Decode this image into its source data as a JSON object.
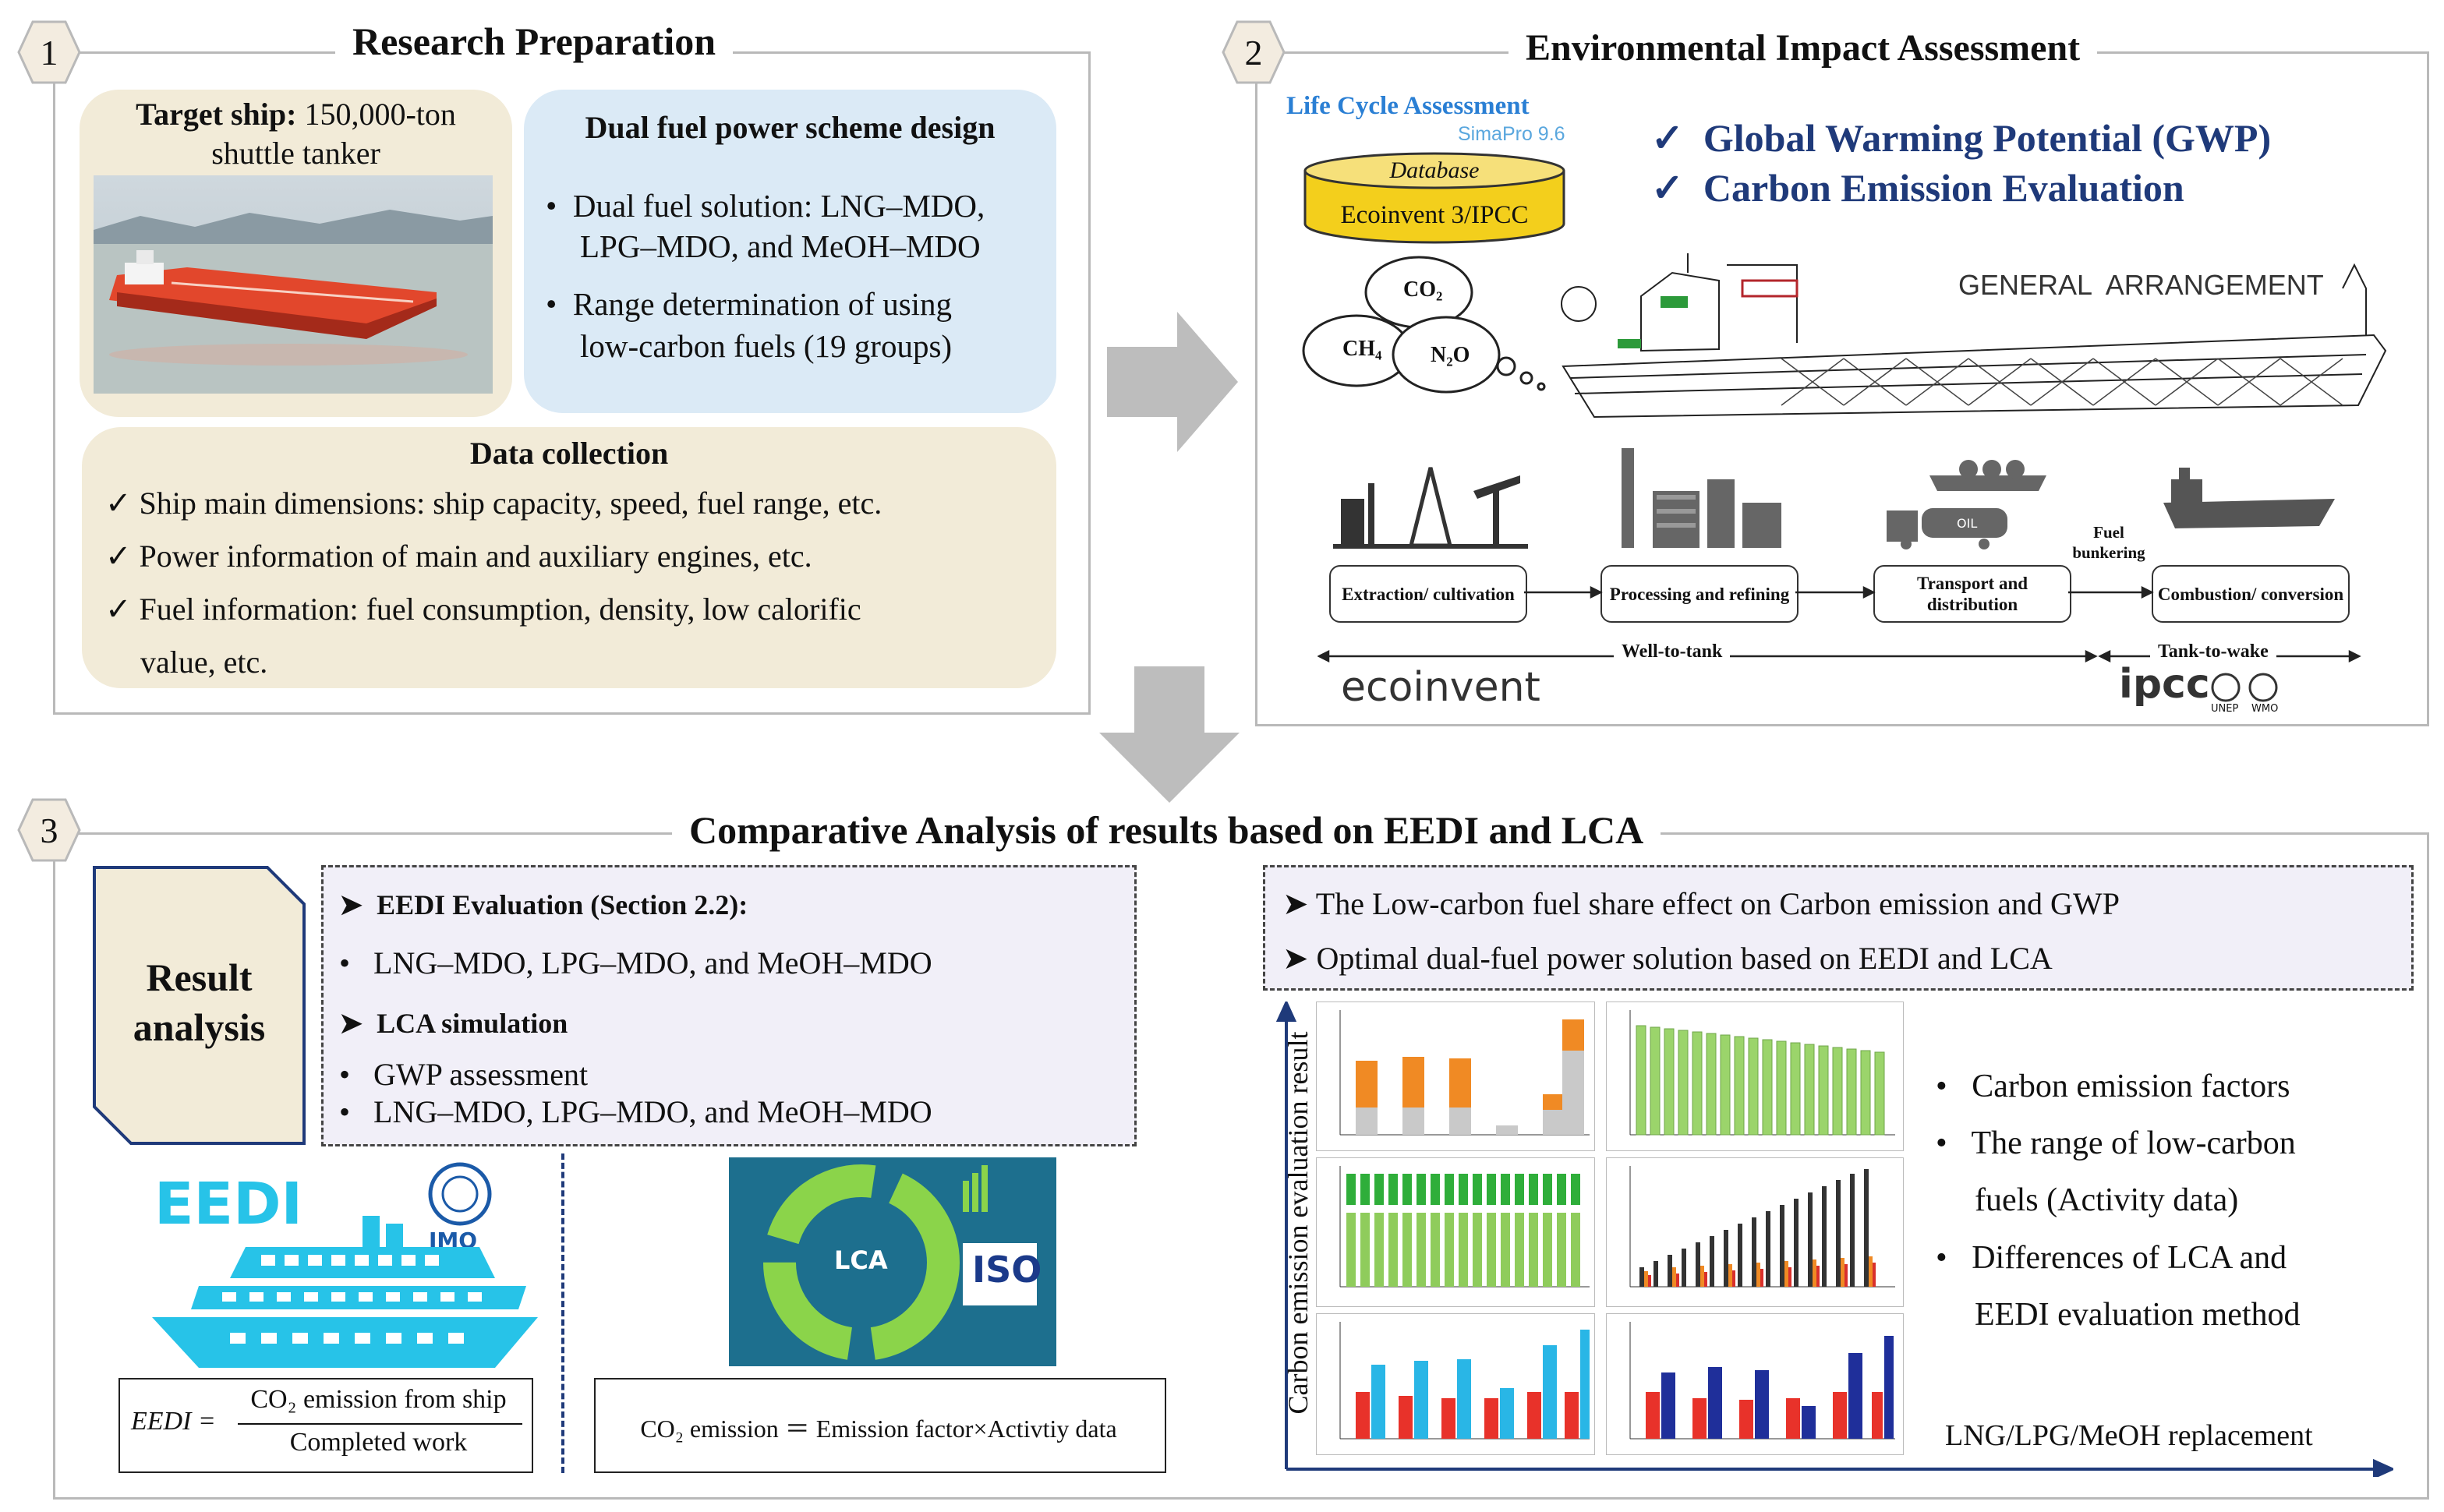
{
  "panel1": {
    "number": "1",
    "title": "Research Preparation",
    "target_ship_label": "Target ship:",
    "target_ship_value": "150,000-ton",
    "target_ship_line2": "shuttle tanker",
    "scheme": {
      "heading": "Dual fuel power scheme design",
      "bullets": [
        "Dual fuel solution: LNG–MDO,",
        "LPG–MDO, and MeOH–MDO",
        "Range determination of using",
        "low-carbon fuels (19 groups)"
      ]
    },
    "data_collection": {
      "heading": "Data collection",
      "items": [
        "✓ Ship main dimensions: ship capacity, speed, fuel range, etc.",
        "✓ Power information of main and auxiliary engines, etc.",
        "✓ Fuel information: fuel consumption, density, low calorific",
        "value, etc."
      ]
    }
  },
  "panel2": {
    "number": "2",
    "title": "Environmental Impact Assessment",
    "lca_title": "Life Cycle Assessment",
    "lca_software": "SimaPro 9.6",
    "db_label": "Database",
    "db_name": "Ecoinvent 3/IPCC",
    "checks": [
      "✓  Global Warming Potential (GWP)",
      "✓  Carbon Emission Evaluation"
    ],
    "gases": {
      "co2": "CO₂",
      "ch4": "CH₄",
      "n2o": "N₂O"
    },
    "ga_label": "GENERAL  ARRANGEMENT",
    "stages": [
      "Extraction/ cultivation",
      "Processing and refining",
      "Transport and distribution",
      "Combustion/ conversion"
    ],
    "fuel_bunkering": "Fuel bunkering",
    "well_to_tank": "Well-to-tank",
    "tank_to_wake": "Tank-to-wake",
    "ecoinvent_logo": "ecoinvent",
    "ipcc_logo": "ipcc",
    "unep": "UNEP",
    "wmo": "WMO",
    "oil_label": "OIL"
  },
  "panel3": {
    "number": "3",
    "title": "Comparative Analysis of results based on EEDI and LCA",
    "result_label_1": "Result",
    "result_label_2": "analysis",
    "eedi_heading": "➤  EEDI Evaluation (Section 2.2):",
    "eedi_item": "•   LNG–MDO, LPG–MDO, and MeOH–MDO",
    "lca_heading": "➤  LCA simulation",
    "lca_items": [
      "•   GWP assessment",
      "•   LNG–MDO, LPG–MDO, and MeOH–MDO"
    ],
    "eedi_logo": "EEDI",
    "imo_logo": "IMO",
    "lca_logo": "LCA",
    "iso_logo": "ISO",
    "eedi_formula_lhs": "EEDI =",
    "eedi_formula_num": "CO₂ emission from ship",
    "eedi_formula_den": "Completed work",
    "co2_formula": "CO₂ emission ＝ Emission factor×Activtiy data",
    "right_box_items": [
      "➤ The Low-carbon fuel share effect on Carbon emission and GWP",
      "➤ Optimal dual-fuel power solution based on EEDI and LCA"
    ],
    "y_axis_label": "Carbon emission evaluation result",
    "x_axis_label": "LNG/LPG/MeOH replacement",
    "right_bullets": [
      "•   Carbon emission factors",
      "•   The range of low-carbon",
      "fuels (Activity data)",
      "•   Differences of LCA and",
      "EEDI evaluation method"
    ]
  },
  "colors": {
    "accent_green": "#6fb52f",
    "orange": "#f08a24",
    "navy": "#1f3a7a",
    "lca_blue": "#2a7fd4",
    "eedi_cyan": "#27c3e8"
  }
}
